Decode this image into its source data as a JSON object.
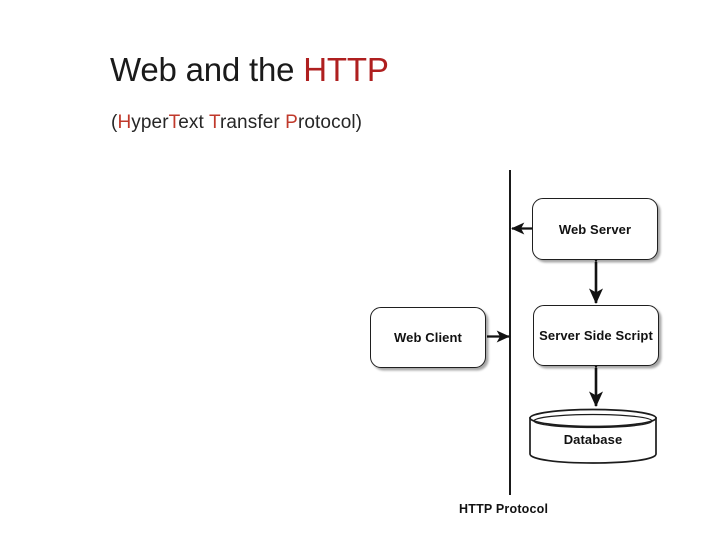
{
  "slide": {
    "background_color": "#ffffff",
    "title": {
      "plain_prefix": "Web and the ",
      "accent_word": "HTTP",
      "accent_color": "#af1f1f",
      "text_color": "#1a1a1a",
      "full_text": "Web and the HTTP"
    },
    "subtitle": {
      "full_text": "(HyperText Transfer Protocol)",
      "accent_color": "#c0392b",
      "text_color": "#262626",
      "segments": [
        {
          "text": "(",
          "accent": false
        },
        {
          "text": "H",
          "accent": true
        },
        {
          "text": "yper",
          "accent": false
        },
        {
          "text": "T",
          "accent": true
        },
        {
          "text": "ext ",
          "accent": false
        },
        {
          "text": "T",
          "accent": true
        },
        {
          "text": "ransfer ",
          "accent": false
        },
        {
          "text": "P",
          "accent": true
        },
        {
          "text": "rotocol)",
          "accent": false
        }
      ]
    }
  },
  "diagram": {
    "type": "flow-diagram",
    "line_color": "#1a1a1a",
    "node_fill": "#ffffff",
    "boundary": {
      "label": "HTTP Protocol",
      "orientation": "vertical"
    },
    "nodes": [
      {
        "id": "web-client",
        "label": "Web Client",
        "shape": "rounded-rect",
        "side": "client"
      },
      {
        "id": "web-server",
        "label": "Web Server",
        "shape": "rounded-rect",
        "side": "server"
      },
      {
        "id": "server-side-script",
        "label": "Server Side Script",
        "shape": "rounded-rect",
        "side": "server"
      },
      {
        "id": "database",
        "label": "Database",
        "shape": "cylinder",
        "side": "server"
      }
    ],
    "connections": [
      {
        "from": "web-client",
        "to": "boundary",
        "direction": "forward",
        "arrow": "right"
      },
      {
        "from": "web-server",
        "to": "boundary",
        "direction": "forward",
        "arrow": "left"
      },
      {
        "from": "web-server",
        "to": "server-side-script",
        "direction": "bidirectional",
        "arrow": "double"
      },
      {
        "from": "server-side-script",
        "to": "database",
        "direction": "bidirectional",
        "arrow": "double"
      }
    ]
  }
}
